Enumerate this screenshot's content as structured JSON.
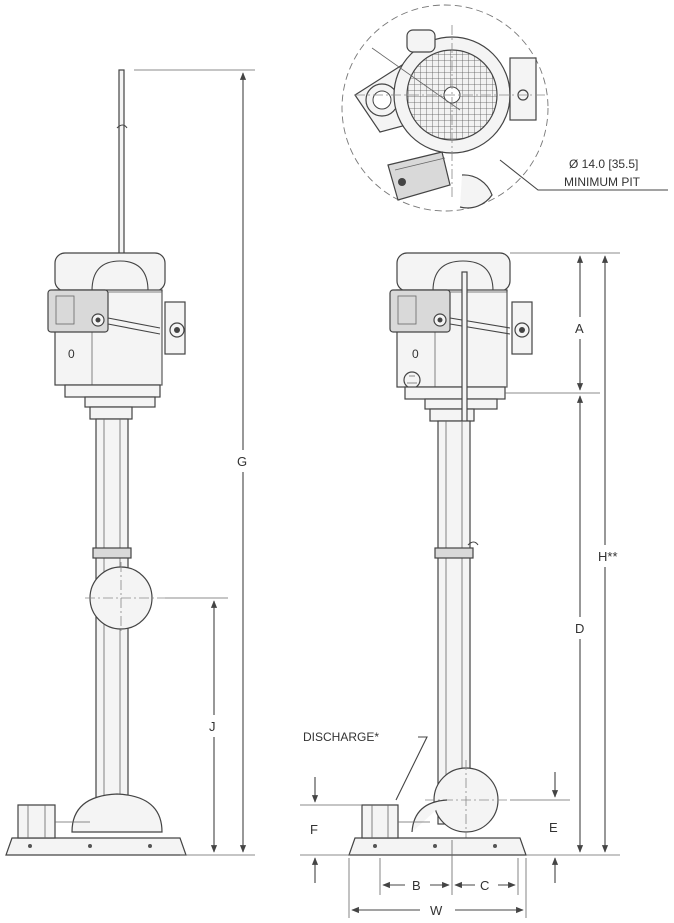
{
  "labels": {
    "pit_diameter": "Ø 14.0 [35.5]",
    "pit_text": "MINIMUM PIT",
    "discharge": "DISCHARGE*",
    "motor_number": "0",
    "motor_number_2": "0"
  },
  "dimensions": {
    "A": "A",
    "B": "B",
    "C": "C",
    "D": "D",
    "E": "E",
    "F": "F",
    "G": "G",
    "H": "H**",
    "J": "J",
    "W": "W"
  }
}
